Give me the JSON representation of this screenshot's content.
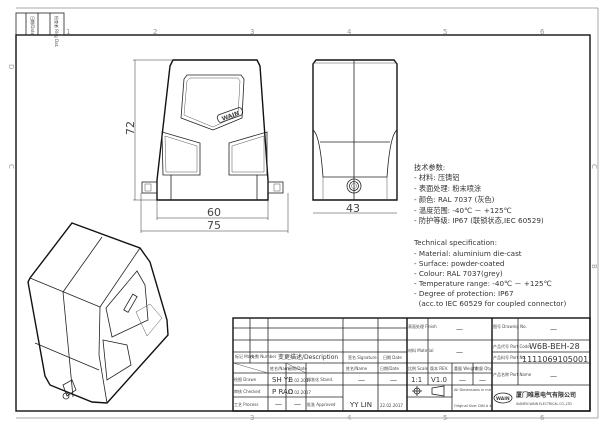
{
  "ruler": {
    "cols": [
      "1",
      "2",
      "3",
      "4",
      "5",
      "6"
    ],
    "rows_left": [
      "D",
      "C"
    ],
    "rows_right": [
      "C",
      "B"
    ]
  },
  "stamp": {
    "date": "日期/Date",
    "reg": "检查者 Rlsg Dat."
  },
  "dimensions": {
    "height": "72",
    "inner_width": "60",
    "outer_width": "75",
    "depth": "43"
  },
  "logo_badge": "WAIN",
  "spec_cn": {
    "title": "技术参数:",
    "items": [
      "- 材料: 压铸铝",
      "- 表面处理: 粉末喷涂",
      "- 颜色: RAL 7037 (灰色)",
      "- 温度范围: -40℃ － +125℃",
      "- 防护等级: IP67 (联锁状态,IEC 60529)"
    ]
  },
  "spec_en": {
    "title": "Technical specification:",
    "items": [
      "- Material: aluminium die-cast",
      "- Surface: powder-coated",
      "- Colour: RAL 7037(grey)",
      "- Temperature range: -40℃ － +125℃",
      "- Degree of protection: IP67",
      "  (acc.to IEC 60529 for coupled connector)"
    ]
  },
  "title_block": {
    "mark": "标记 Mark",
    "number": "处数 Number",
    "description": "变更描述/Description",
    "signature": "签名 Signature",
    "date": "日期 Date",
    "name_hdr": "姓名/Name",
    "date_hdr": "日期/Date",
    "name_hdr2": "姓名/Name",
    "date_hdr2": "日期/Date",
    "drawn": "绘图 Drawn",
    "drawn_name": "SH YE",
    "drawn_date": "22.02.2017",
    "checked": "审核 Checked",
    "checked_name": "P RAO",
    "checked_date": "22.02.2017",
    "process": "工艺 Process",
    "process_name": "—",
    "process_date": "—",
    "stand": "标准化 Stand.",
    "stand_name": "—",
    "stand_date": "—",
    "approved": "批准 Approved",
    "approved_name": "YY LIN",
    "approved_date": "22.02.2017",
    "finish": "表面处理 Finish",
    "finish_val": "—",
    "material": "材料 Material",
    "material_val": "—",
    "scale": "比例 Scale",
    "scale_val": "1:1",
    "rev": "版本 REV.",
    "rev_val": "V1.0",
    "weight": "重量 Weight",
    "weight_val": "—",
    "qty": "数量 Qty.",
    "qty_val": "—",
    "dims_note": "All Dimensions in mm",
    "size_note": "Original Size: DIN A 4",
    "drawing_no": "图号 Drawing No.",
    "drawing_no_val": "—",
    "part_code": "产品代号 Part Code",
    "part_code_val": "W6B-BEH-28",
    "part_no": "产品料号 Part No.",
    "part_no_val": "1111069105001",
    "part_name": "产品名称 Part Name",
    "part_name_val": "—",
    "company_cn": "厦门唯恩电气有限公司",
    "company_en": "XIAMEN WAIN ELECTRICAL CO.,LTD",
    "logo": "WAIN"
  }
}
